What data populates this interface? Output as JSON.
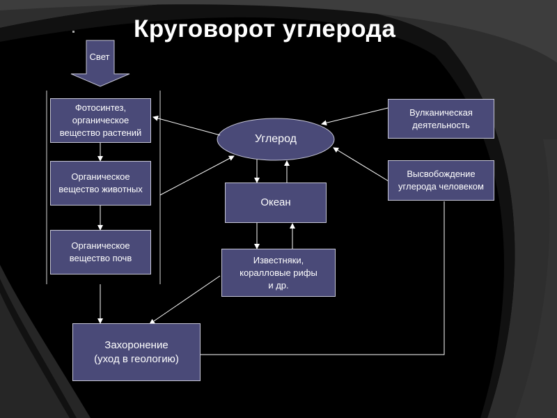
{
  "title": "Круговорот углерода",
  "nodes": {
    "light": "Свет",
    "photosynthesis": "Фотосинтез,\nорганическое\nвещество растений",
    "animal_matter": "Органическое\nвещество животных",
    "soil_matter": "Органическое\nвещество почв",
    "carbon": "Углерод",
    "volcanic": "Вулканическая\nдеятельность",
    "human_release": "Высвобождение\nуглерода человеком",
    "ocean": "Океан",
    "limestone": "Известняки,\nкоралловые рифы\nи др.",
    "burial": "Захоронение\n(уход в геологию)"
  },
  "colors": {
    "box_fill": "#4a4a78",
    "box_border": "#c8c8d8",
    "background": "#000000",
    "decor": "#3a3a3a",
    "arrow": "#ffffff"
  }
}
